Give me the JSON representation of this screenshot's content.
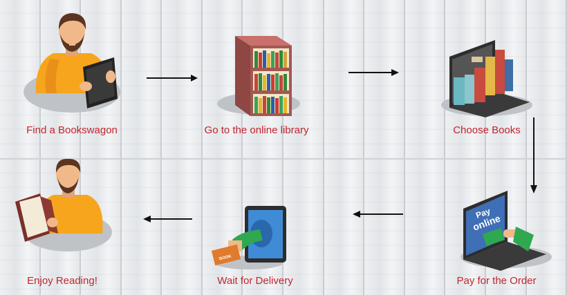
{
  "steps": [
    {
      "label": "Find a Bookswagon",
      "icon": "man-with-tablet-icon"
    },
    {
      "label": "Go to the online library",
      "icon": "bookshelf-icon"
    },
    {
      "label": "Choose Books",
      "icon": "laptop-with-books-icon"
    },
    {
      "label": "Pay for the Order",
      "icon": "laptop-pay-online-icon"
    },
    {
      "label": "Wait for Delivery",
      "icon": "tablet-delivery-icon"
    },
    {
      "label": "Enjoy Reading!",
      "icon": "man-reading-book-icon"
    }
  ],
  "pay_screen": {
    "line1": "Pay",
    "line2": "online"
  },
  "delivery_package_text": "BOOK",
  "colors": {
    "label": "#c0262d",
    "arrow": "#111111",
    "shirt": "#f7a51c",
    "background": "#e9ebee"
  }
}
